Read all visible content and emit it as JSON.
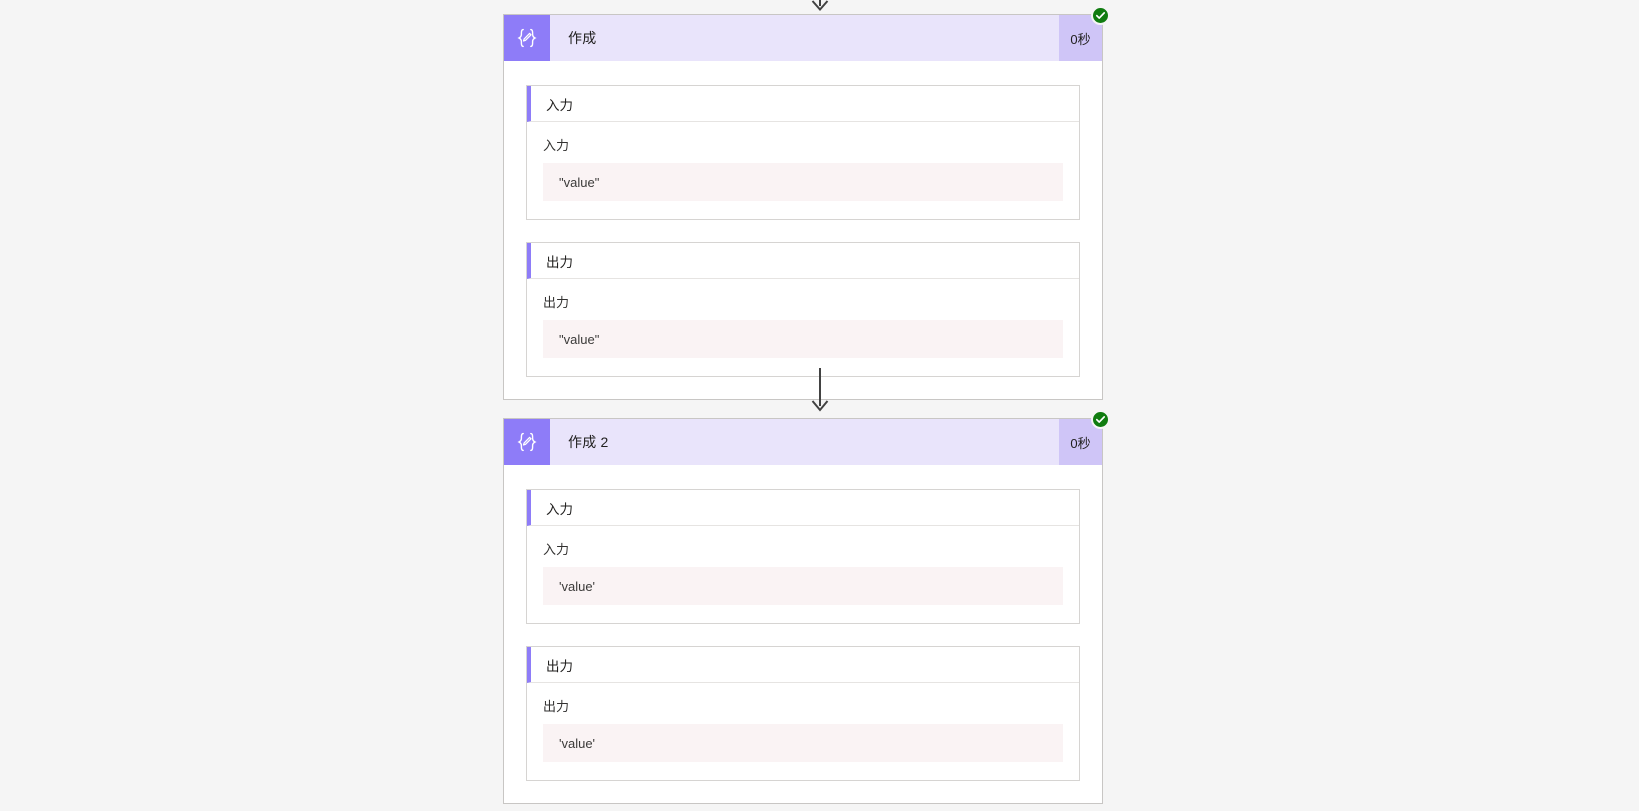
{
  "theme": {
    "page_background": "#f5f5f5",
    "card_background": "#ffffff",
    "card_border": "#c8c6c4",
    "header_background": "#e9e4fb",
    "icon_background": "#8e7cf8",
    "duration_chip_background": "#cfc5f7",
    "accent_bar": "#8e7cf8",
    "success_badge": "#107c10",
    "code_background": "#faf3f4",
    "text_primary": "#201f1e",
    "connector_arrow": "#424242"
  },
  "icons": {
    "compose_action": "compose-braces-pencil-icon",
    "success": "success-check-icon",
    "connector": "arrow-down-icon"
  },
  "connectors": [
    {
      "name": "connector-top",
      "clipped": true
    },
    {
      "name": "connector-between-cards",
      "clipped": false
    }
  ],
  "actions": [
    {
      "id": "compose-1",
      "title": "作成",
      "duration": "0秒",
      "status": "succeeded",
      "sections": [
        {
          "id": "inputs",
          "header": "入力",
          "field_label": "入力",
          "value": "\"value\""
        },
        {
          "id": "outputs",
          "header": "出力",
          "field_label": "出力",
          "value": "\"value\""
        }
      ]
    },
    {
      "id": "compose-2",
      "title": "作成 2",
      "duration": "0秒",
      "status": "succeeded",
      "sections": [
        {
          "id": "inputs",
          "header": "入力",
          "field_label": "入力",
          "value": "'value'"
        },
        {
          "id": "outputs",
          "header": "出力",
          "field_label": "出力",
          "value": "'value'"
        }
      ]
    }
  ]
}
